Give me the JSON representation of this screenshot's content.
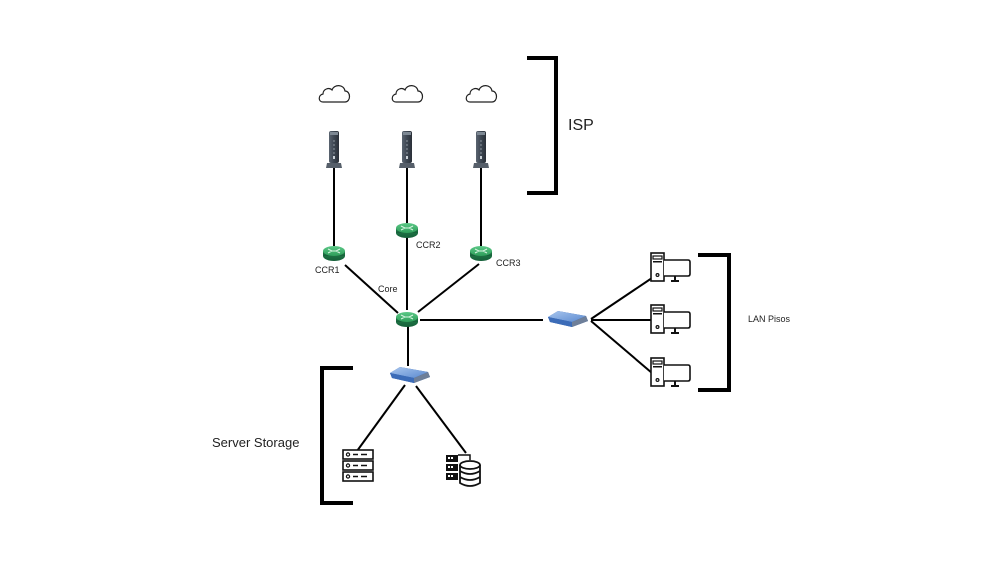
{
  "diagram": {
    "title": "",
    "groups": {
      "isp": {
        "label": "ISP"
      },
      "lan": {
        "label": "LAN Pisos"
      },
      "server": {
        "label": "Server Storage"
      }
    },
    "nodes": {
      "cloud_1": {
        "type": "cloud-icon"
      },
      "cloud_2": {
        "type": "cloud-icon"
      },
      "cloud_3": {
        "type": "cloud-icon"
      },
      "modem_1": {
        "type": "modem-icon"
      },
      "modem_2": {
        "type": "modem-icon"
      },
      "modem_3": {
        "type": "modem-icon"
      },
      "ccr1": {
        "type": "router-icon",
        "label": "CCR1"
      },
      "ccr2": {
        "type": "router-icon",
        "label": "CCR2"
      },
      "ccr3": {
        "type": "router-icon",
        "label": "CCR3"
      },
      "core": {
        "type": "router-icon",
        "label": "Core"
      },
      "switch_lan": {
        "type": "switch-icon"
      },
      "switch_server": {
        "type": "switch-icon"
      },
      "pc_1": {
        "type": "desktop-computer-icon"
      },
      "pc_2": {
        "type": "desktop-computer-icon"
      },
      "pc_3": {
        "type": "desktop-computer-icon"
      },
      "server_rack": {
        "type": "server-rack-icon"
      },
      "database_server": {
        "type": "database-server-icon"
      }
    },
    "links": [
      [
        "modem_1",
        "ccr1"
      ],
      [
        "modem_2",
        "ccr2"
      ],
      [
        "modem_3",
        "ccr3"
      ],
      [
        "ccr1",
        "core"
      ],
      [
        "ccr2",
        "core"
      ],
      [
        "ccr3",
        "core"
      ],
      [
        "core",
        "switch_lan"
      ],
      [
        "core",
        "switch_server"
      ],
      [
        "switch_lan",
        "pc_1"
      ],
      [
        "switch_lan",
        "pc_2"
      ],
      [
        "switch_lan",
        "pc_3"
      ],
      [
        "switch_server",
        "server_rack"
      ],
      [
        "switch_server",
        "database_server"
      ]
    ],
    "colors": {
      "router": "#2e9e5a",
      "switch": "#4a78c2",
      "modem": "#3d4652",
      "line": "#000000"
    }
  }
}
